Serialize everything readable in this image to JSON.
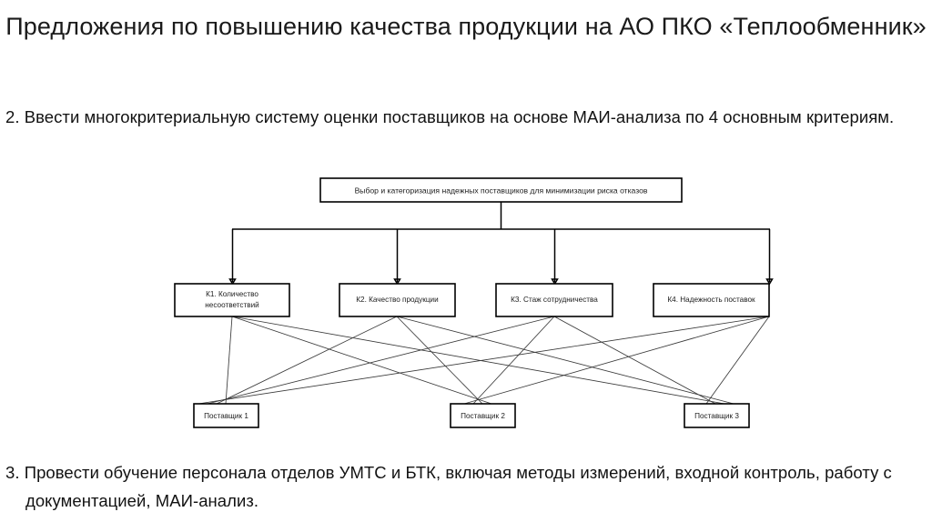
{
  "slide": {
    "title": "Предложения по повышению качества продукции на АО ПКО «Теплообменник»",
    "paragraph_2": "2. Ввести многокритериальную систему оценки поставщиков на основе МАИ-анализа по 4 основным критериям.",
    "paragraph_3": "3. Провести обучение персонала отделов УМТС и БТК, включая методы измерений, входной контроль, работу с документацией, МАИ-анализ."
  },
  "diagram": {
    "type": "ahp-hierarchy",
    "goal": {
      "id": "goal",
      "label": "Выбор и категоризация надежных поставщиков для минимизации риска отказов"
    },
    "criteria": [
      {
        "id": "k1",
        "label_line1": "К1. Количество",
        "label_line2": "несоответствий"
      },
      {
        "id": "k2",
        "label_line1": "К2. Качество продукции",
        "label_line2": ""
      },
      {
        "id": "k3",
        "label_line1": "К3. Стаж сотрудничества",
        "label_line2": ""
      },
      {
        "id": "k4",
        "label_line1": "К4. Надежность поставок",
        "label_line2": ""
      }
    ],
    "alternatives": [
      {
        "id": "s1",
        "label": "Поставщик 1"
      },
      {
        "id": "s2",
        "label": "Поставщик 2"
      },
      {
        "id": "s3",
        "label": "Поставщик 3"
      }
    ]
  },
  "colors": {
    "background": "#ffffff",
    "text": "#121212",
    "title_text": "#1a1a1a",
    "box_stroke": "#000000",
    "box_fill": "#ffffff",
    "connector": "#000000",
    "mesh_connector": "#3a3a3a"
  }
}
